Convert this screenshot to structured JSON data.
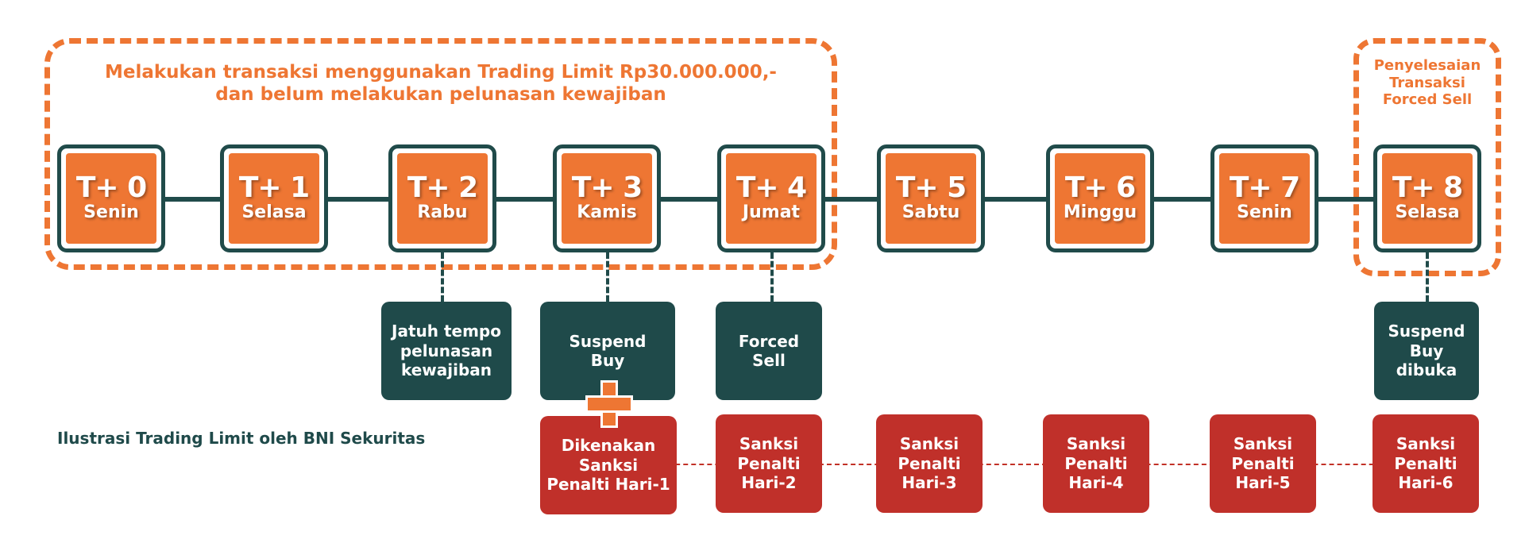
{
  "colors": {
    "orange": "#ee7633",
    "teal": "#1f4a4a",
    "red": "#c0302a",
    "white": "#ffffff"
  },
  "frames": {
    "main_title_line1": "Melakukan transaksi menggunakan Trading Limit Rp30.000.000,-",
    "main_title_line2": "dan belum melakukan pelunasan kewajiban",
    "final_title": "Penyelesaian\nTransaksi\nForced Sell"
  },
  "timeline": {
    "days": [
      {
        "label": "T+ 0",
        "day": "Senin"
      },
      {
        "label": "T+ 1",
        "day": "Selasa"
      },
      {
        "label": "T+ 2",
        "day": "Rabu"
      },
      {
        "label": "T+ 3",
        "day": "Kamis"
      },
      {
        "label": "T+ 4",
        "day": "Jumat"
      },
      {
        "label": "T+ 5",
        "day": "Sabtu"
      },
      {
        "label": "T+ 6",
        "day": "Minggu"
      },
      {
        "label": "T+ 7",
        "day": "Senin"
      },
      {
        "label": "T+ 8",
        "day": "Selasa"
      }
    ]
  },
  "events": [
    {
      "text": "Jatuh tempo\npelunasan\nkewajiban"
    },
    {
      "text": "Suspend\nBuy"
    },
    {
      "text": "Forced\nSell"
    },
    {
      "text": "Suspend\nBuy\ndibuka"
    }
  ],
  "penalties": [
    {
      "text": "Dikenakan\nSanksi\nPenalti Hari-1"
    },
    {
      "text": "Sanksi\nPenalti\nHari-2"
    },
    {
      "text": "Sanksi\nPenalti\nHari-3"
    },
    {
      "text": "Sanksi\nPenalti\nHari-4"
    },
    {
      "text": "Sanksi\nPenalti\nHari-5"
    },
    {
      "text": "Sanksi\nPenalti\nHari-6"
    }
  ],
  "caption": "Ilustrasi Trading Limit oleh BNI Sekuritas"
}
